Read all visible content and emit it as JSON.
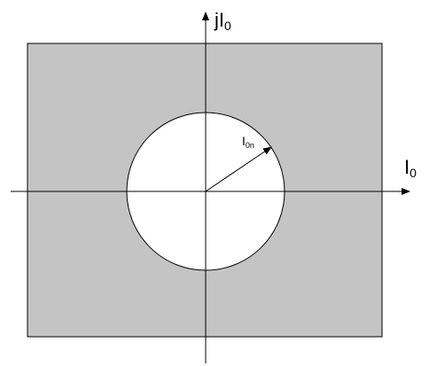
{
  "diagram": {
    "y_axis_label": {
      "main": "jI",
      "sub": "0"
    },
    "x_axis_label": {
      "main": "I",
      "sub": "0"
    },
    "radius_label": {
      "main": "I",
      "sub": "0n"
    },
    "colors": {
      "region_fill": "#c4c4c4",
      "circle_fill": "#ffffff",
      "stroke": "#000000"
    }
  }
}
